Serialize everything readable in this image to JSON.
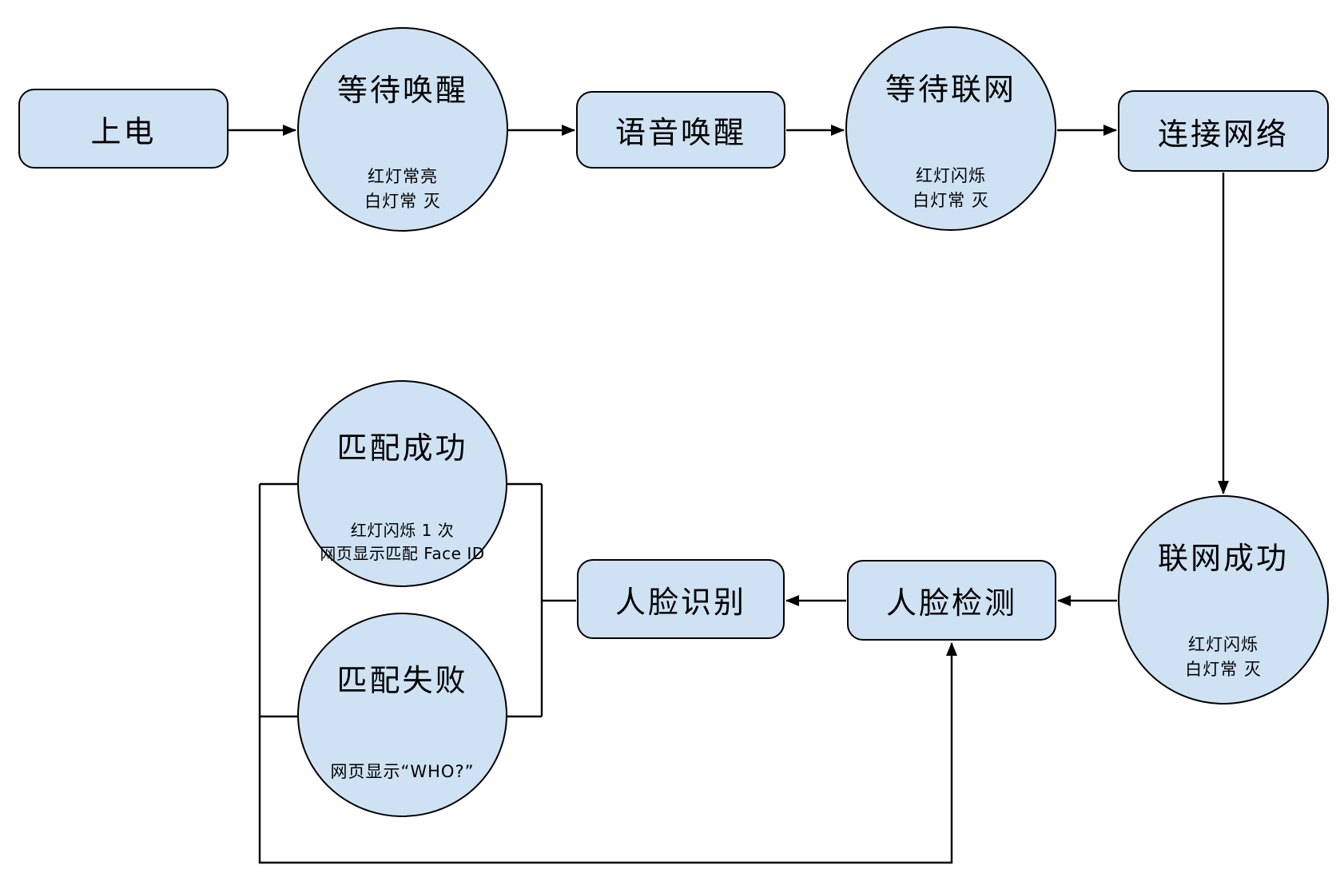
{
  "diagram": {
    "colors": {
      "background": "#ffffff",
      "node_fill": "#cfe2f3",
      "node_border": "#000000",
      "line": "#000000",
      "text": "#000000"
    },
    "nodes": {
      "power": {
        "label": "上电"
      },
      "wait_wake": {
        "label": "等待唤醒",
        "sub": [
          "红灯常亮",
          "白灯常 灭"
        ]
      },
      "voice_wake": {
        "label": "语音唤醒"
      },
      "wait_network": {
        "label": "等待联网",
        "sub": [
          "红灯闪烁",
          "白灯常 灭"
        ]
      },
      "connect_network": {
        "label": "连接网络"
      },
      "network_ok": {
        "label": "联网成功",
        "sub": [
          "红灯闪烁",
          "白灯常 灭"
        ]
      },
      "face_detect": {
        "label": "人脸检测"
      },
      "face_recognize": {
        "label": "人脸识别"
      },
      "match_ok": {
        "label": "匹配成功",
        "sub": [
          "红灯闪烁 1 次",
          "网页显示匹配 Face ID"
        ]
      },
      "match_fail": {
        "label": "匹配失败",
        "sub": [
          "网页显示“WHO?”"
        ]
      }
    }
  }
}
